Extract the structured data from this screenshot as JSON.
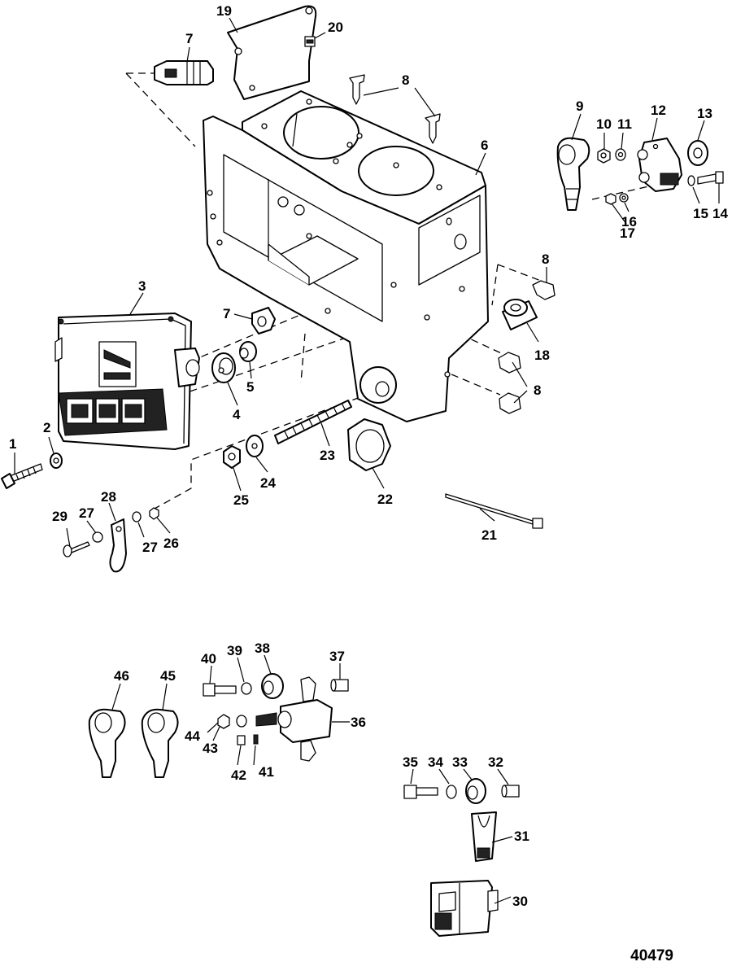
{
  "callouts": [
    "1",
    "2",
    "3",
    "4",
    "5",
    "6",
    "7",
    "7",
    "8",
    "8",
    "8",
    "9",
    "10",
    "11",
    "12",
    "13",
    "14",
    "15",
    "16",
    "17",
    "18",
    "19",
    "20",
    "21",
    "22",
    "23",
    "24",
    "25",
    "26",
    "27",
    "27",
    "28",
    "29",
    "30",
    "31",
    "32",
    "33",
    "34",
    "35",
    "36",
    "37",
    "38",
    "39",
    "40",
    "41",
    "42",
    "43",
    "44",
    "45",
    "46"
  ],
  "figure_id": "40479"
}
